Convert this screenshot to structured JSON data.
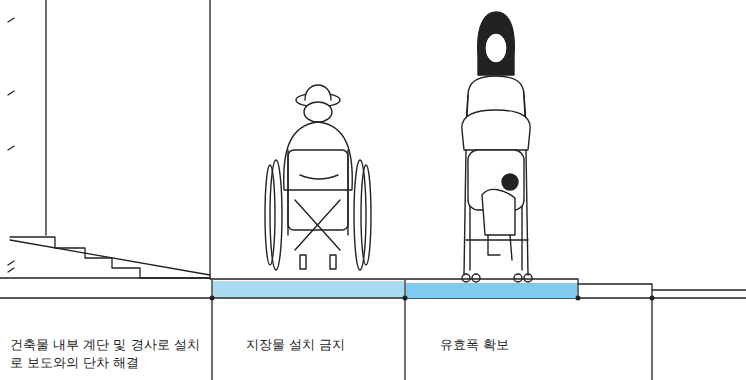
{
  "diagram": {
    "labels": [
      "건축물 내부 계단 및 경사로 설치로 보도와의 단차 해결",
      "지장물 설치 금지",
      "유효폭 확보"
    ]
  }
}
